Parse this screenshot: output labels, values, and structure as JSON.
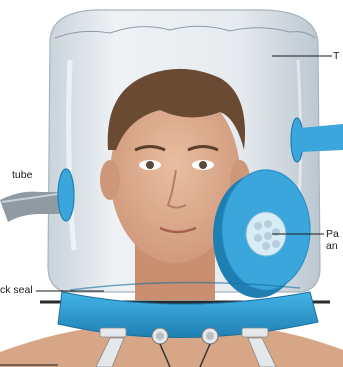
{
  "labels": {
    "top": "T",
    "left_tube": "tube",
    "right_line1": "Pa",
    "right_line2": "an",
    "neck_seal": "ck seal"
  },
  "colors": {
    "hood": "#dfe6ec",
    "hood_edge": "#9aa8b4",
    "collar": "#2f9fd6",
    "collar_dark": "#1f7fb3",
    "filter": "#3aa6dc",
    "skin": "#d9a98a",
    "hair": "#6b4a33",
    "leader": "#1a1a1a"
  },
  "icons": [
    "hood-icon",
    "face-icon",
    "filter-icon",
    "tube-port-icon",
    "collar-icon"
  ]
}
